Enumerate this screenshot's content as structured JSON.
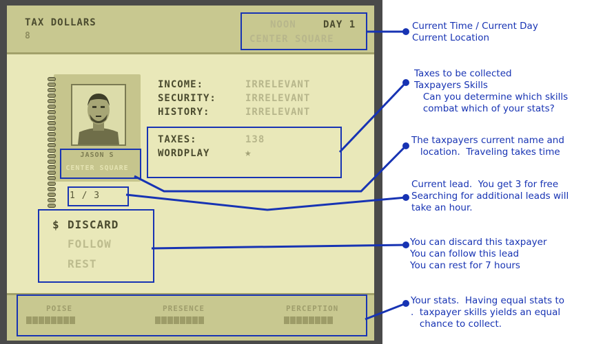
{
  "header": {
    "title": "TAX DOLLARS",
    "tax_value": "8",
    "time": "NOON",
    "day": "DAY 1",
    "location": "CENTER SQUARE"
  },
  "taxpayer": {
    "income_label": "INCOME:",
    "income_value": "IRRELEVANT",
    "security_label": "SECURITY:",
    "security_value": "IRRELEVANT",
    "history_label": "HISTORY:",
    "history_value": "IRRELEVANT",
    "taxes_label": "TAXES:",
    "taxes_value": "138",
    "skill_label": "WORDPLAY",
    "skill_icon": "star-icon",
    "name": "JASON S",
    "location": "CENTER SQUARE"
  },
  "lead_counter": "1 / 3",
  "menu": {
    "cursor": "$",
    "discard": "DISCARD",
    "follow": "FOLLOW",
    "rest": "REST"
  },
  "stats": {
    "poise": "POISE",
    "presence": "PRESENCE",
    "perception": "PERCEPTION"
  },
  "annotations": {
    "time": "Current Time / Current Day\nCurrent Location",
    "taxes": "Taxes to be collected\nTaxpayers Skills\n   Can you determine which skills\n   combat which of your stats?",
    "name": "The taxpayers current name and\n   location.  Traveling takes time",
    "lead": "Current lead.  You get 3 for free\nSearching for additional leads will\ntake an hour.",
    "menu": "You can discard this taxpayer\nYou can follow this lead\nYou can rest for 7 hours",
    "stats": "Your stats.  Having equal stats to\n.  taxpayer skills yields an equal\n   chance to collect."
  },
  "colors": {
    "screen_bg": "#e9e8b9",
    "panel_bg": "#c8c890",
    "text_dark": "#4b4b2f",
    "text_faded": "#b7b68b",
    "annotation": "#1733b3"
  }
}
